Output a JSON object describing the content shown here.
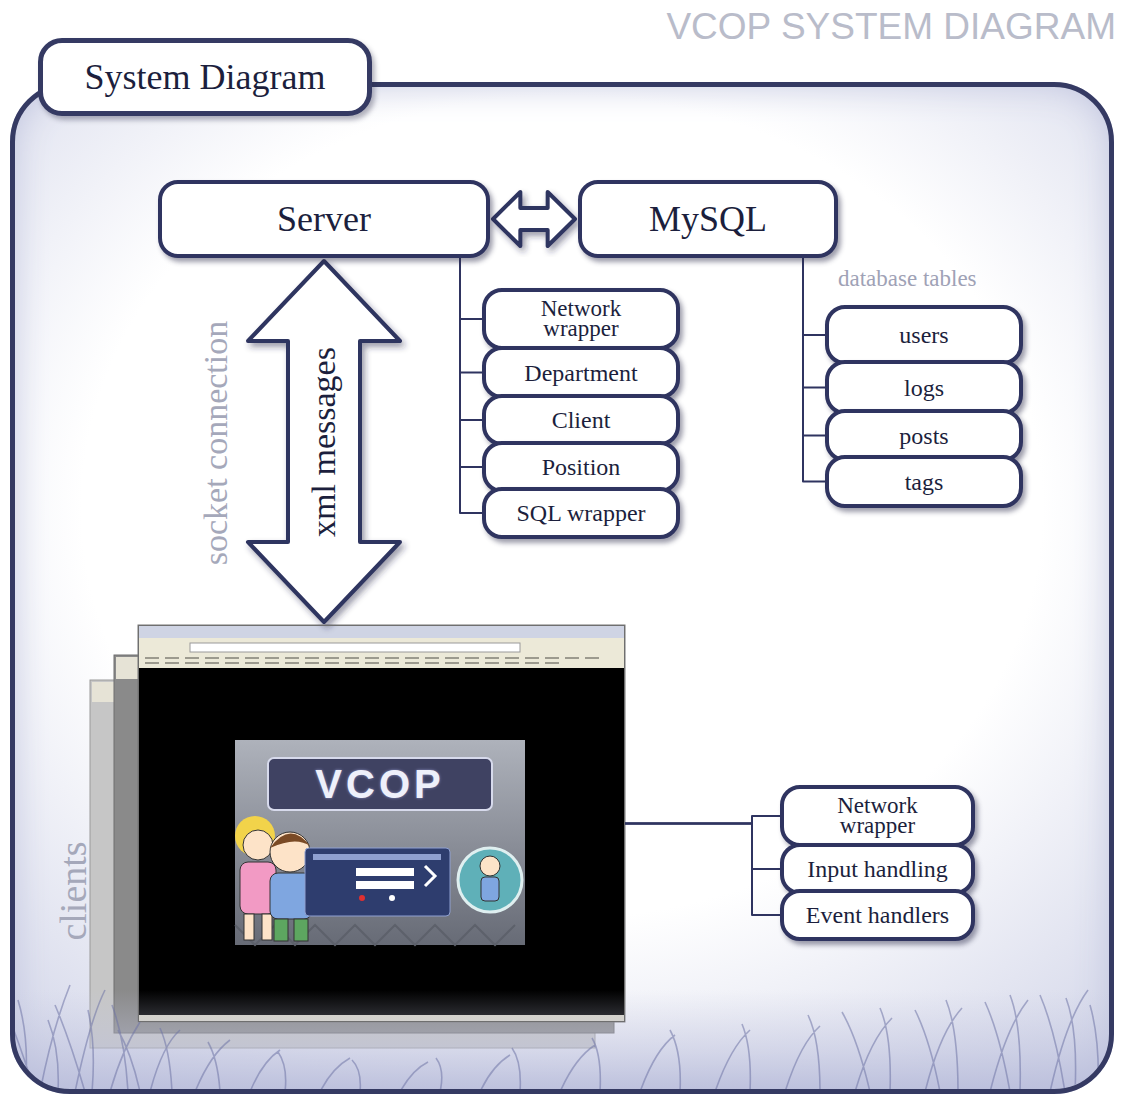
{
  "diagram": {
    "title": "VCOP SYSTEM DIAGRAM",
    "nodes": [
      {
        "text": [
          "System Diagram"
        ]
      },
      {
        "text": [
          "Server"
        ],
        "in": 0
      },
      {
        "text": [
          "MySQL"
        ],
        "in": 0
      },
      {
        "text": [
          "Network wrapper"
        ],
        "in": 0
      },
      {
        "text": [
          "Department"
        ],
        "in": 0
      },
      {
        "text": [
          "Client"
        ],
        "in": 0
      },
      {
        "text": [
          "Position"
        ],
        "in": 0
      },
      {
        "text": [
          "SQL wrapper"
        ],
        "in": 0
      },
      {
        "text": [
          "users"
        ],
        "in": 0
      },
      {
        "text": [
          "logs"
        ],
        "in": 0
      },
      {
        "text": [
          "posts"
        ],
        "in": 0
      },
      {
        "text": [
          "tags"
        ],
        "in": 0
      },
      {
        "text": [
          "clients"
        ],
        "in": 0
      },
      {
        "text": [
          "Network wrapper"
        ],
        "in": 0
      },
      {
        "text": [
          "Input handling"
        ],
        "in": 0
      },
      {
        "text": [
          "Event handlers"
        ],
        "in": 0
      }
    ],
    "edges": [
      {
        "from": 1,
        "to": 2,
        "arrow": "both"
      },
      {
        "from": 1,
        "to": 3,
        "arrow": "none"
      },
      {
        "from": 1,
        "to": 4,
        "arrow": "none"
      },
      {
        "from": 1,
        "to": 5,
        "arrow": "none"
      },
      {
        "from": 1,
        "to": 6,
        "arrow": "none"
      },
      {
        "from": 1,
        "to": 7,
        "arrow": "none"
      },
      {
        "from": 2,
        "to": 8,
        "arrow": "none"
      },
      {
        "from": 2,
        "to": 9,
        "arrow": "none"
      },
      {
        "from": 2,
        "to": 10,
        "arrow": "none"
      },
      {
        "from": 2,
        "to": 11,
        "arrow": "none"
      },
      {
        "from": 1,
        "to": 12,
        "arrow": "both",
        "label": "xml messages"
      },
      {
        "from": 12,
        "to": 13,
        "arrow": "none"
      },
      {
        "from": 12,
        "to": 14,
        "arrow": "none"
      },
      {
        "from": 12,
        "to": 15,
        "arrow": "none"
      }
    ],
    "labels": [
      "database tables",
      "socket connection",
      "VCOP"
    ]
  }
}
